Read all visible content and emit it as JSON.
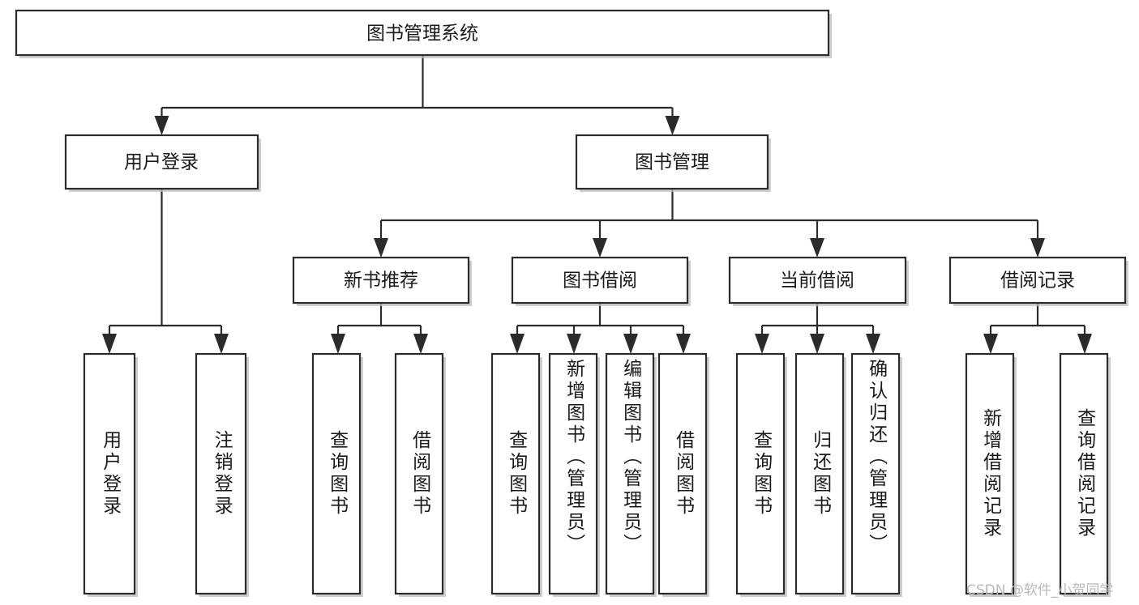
{
  "diagram": {
    "type": "tree-hierarchy-chart",
    "title": "图书管理系统",
    "watermark": "CSDN @软件_小贺同学",
    "colors": {
      "box_fill": "#ffffff",
      "box_stroke": "#2b2b2b",
      "text": "#1a1a1a",
      "shadow": "#bdbdbd",
      "watermark": "#b9b9b9",
      "background": "#ffffff"
    },
    "levels": {
      "level1": [
        {
          "id": "root",
          "label": "图书管理系统"
        }
      ],
      "level2": [
        {
          "id": "user-login",
          "label": "用户登录",
          "parent": "root"
        },
        {
          "id": "book-manage",
          "label": "图书管理",
          "parent": "root"
        }
      ],
      "level3": [
        {
          "id": "new-book-rec",
          "label": "新书推荐",
          "parent": "book-manage"
        },
        {
          "id": "book-borrow",
          "label": "图书借阅",
          "parent": "book-manage"
        },
        {
          "id": "current-borrow",
          "label": "当前借阅",
          "parent": "book-manage"
        },
        {
          "id": "borrow-record",
          "label": "借阅记录",
          "parent": "book-manage"
        }
      ],
      "leaves": [
        {
          "id": "leaf-user-login",
          "label": "用户登录",
          "parent": "user-login"
        },
        {
          "id": "leaf-logout",
          "label": "注销登录",
          "parent": "user-login"
        },
        {
          "id": "leaf-query-book-1",
          "label": "查询图书",
          "parent": "new-book-rec"
        },
        {
          "id": "leaf-borrow-book-1",
          "label": "借阅图书",
          "parent": "new-book-rec"
        },
        {
          "id": "leaf-query-book-2",
          "label": "查询图书",
          "parent": "book-borrow"
        },
        {
          "id": "leaf-add-book",
          "label": "新增图书（管理员）",
          "parent": "book-borrow"
        },
        {
          "id": "leaf-edit-book",
          "label": "编辑图书（管理员）",
          "parent": "book-borrow"
        },
        {
          "id": "leaf-borrow-book-2",
          "label": "借阅图书",
          "parent": "book-borrow"
        },
        {
          "id": "leaf-query-book-3",
          "label": "查询图书",
          "parent": "current-borrow"
        },
        {
          "id": "leaf-return-book",
          "label": "归还图书",
          "parent": "current-borrow"
        },
        {
          "id": "leaf-confirm-return",
          "label": "确认归还（管理员）",
          "parent": "current-borrow"
        },
        {
          "id": "leaf-add-record",
          "label": "新增借阅记录",
          "parent": "borrow-record"
        },
        {
          "id": "leaf-query-record",
          "label": "查询借阅记录",
          "parent": "borrow-record"
        }
      ]
    }
  }
}
